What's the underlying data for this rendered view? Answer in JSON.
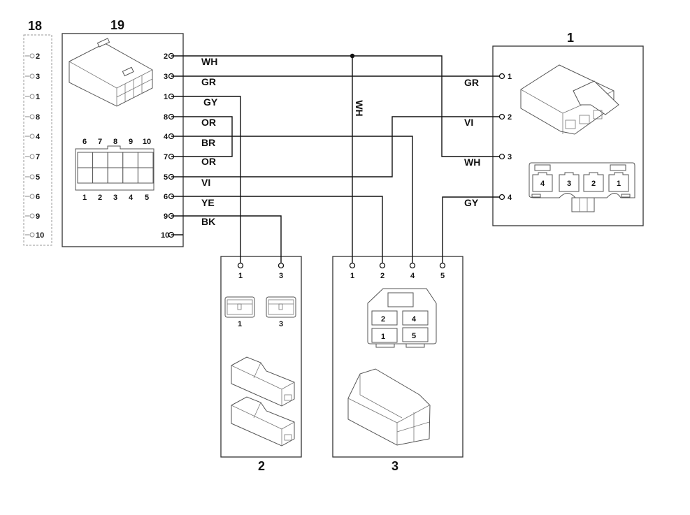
{
  "connectors": {
    "c18": {
      "title": "18",
      "pins": [
        "2",
        "3",
        "1",
        "8",
        "4",
        "7",
        "5",
        "6",
        "9",
        "10"
      ]
    },
    "c19": {
      "title": "19",
      "pins": [
        "2",
        "3",
        "1",
        "8",
        "4",
        "7",
        "5",
        "6",
        "9",
        "10"
      ],
      "face_top_labels": [
        "6",
        "7",
        "8",
        "9",
        "10"
      ],
      "face_bottom_labels": [
        "1",
        "2",
        "3",
        "4",
        "5"
      ]
    },
    "c1": {
      "title": "1",
      "pins": [
        "1",
        "2",
        "3",
        "4"
      ],
      "face_labels": [
        "4",
        "3",
        "2",
        "1"
      ]
    },
    "c2": {
      "title": "2",
      "pins": [
        "1",
        "3"
      ],
      "face_labels": [
        "1",
        "3"
      ]
    },
    "c3": {
      "title": "3",
      "pins": [
        "1",
        "2",
        "4",
        "5"
      ],
      "face_labels": [
        "2",
        "4",
        "1",
        "5"
      ]
    }
  },
  "wires": [
    {
      "color": "WH",
      "from": "19:2",
      "to": [
        "1:3",
        "3:1"
      ]
    },
    {
      "color": "GR",
      "from": "19:3",
      "to": [
        "1:1"
      ]
    },
    {
      "color": "GY",
      "from": "19:1",
      "to": [
        "2:1"
      ]
    },
    {
      "color": "OR",
      "from": "19:8",
      "to": [
        "19:7"
      ]
    },
    {
      "color": "BR",
      "from": "19:4",
      "to": [
        "3:4"
      ]
    },
    {
      "color": "OR",
      "from": "19:7",
      "to": [
        "19:8"
      ]
    },
    {
      "color": "VI",
      "from": "19:5",
      "to": [
        "1:2"
      ]
    },
    {
      "color": "YE",
      "from": "19:6",
      "to": [
        "3:2"
      ]
    },
    {
      "color": "BK",
      "from": "19:9",
      "to": [
        "2:3"
      ]
    }
  ],
  "wire_labels_left": [
    "WH",
    "GR",
    "GY",
    "OR",
    "BR",
    "OR",
    "VI",
    "YE",
    "BK"
  ],
  "wire_labels_right": [
    "GR",
    "VI",
    "WH",
    "GY"
  ],
  "wire_label_vertical": "WH"
}
